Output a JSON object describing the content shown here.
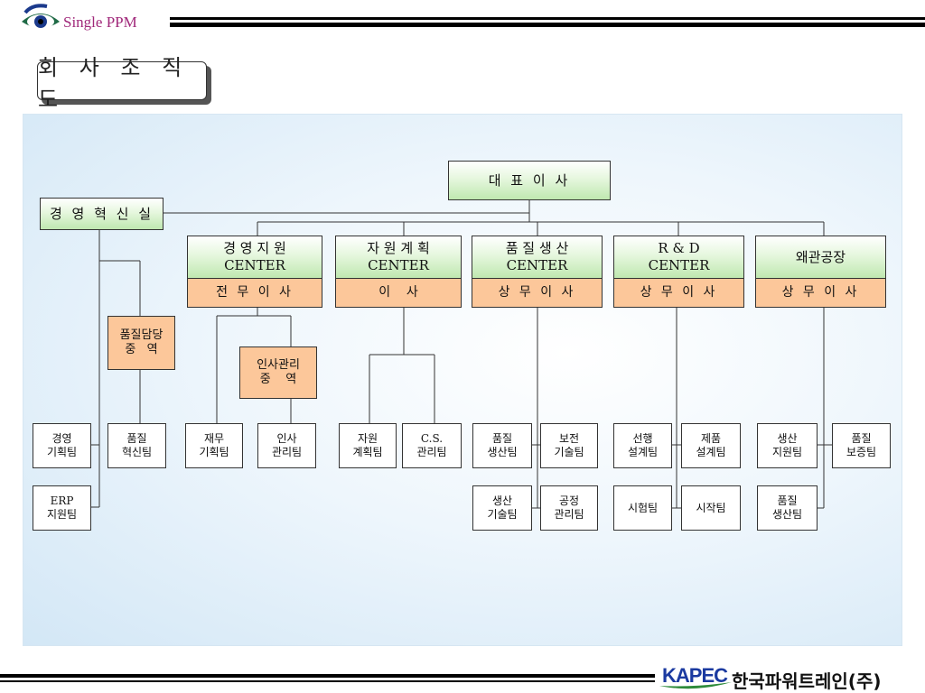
{
  "header": {
    "brand": "Single PPM",
    "page_title": "회 사 조 직 도"
  },
  "footer": {
    "logo_text": "KAPEC",
    "company_name": "한국파워트레인(주)"
  },
  "org": {
    "ceo": "대 표 이 사",
    "innovation_office": "경 영 혁 신 실",
    "centers": [
      {
        "name": "경 영 지 원\nCENTER",
        "head": "전 무 이 사"
      },
      {
        "name": "자 원 계 획\nCENTER",
        "head": "이    사"
      },
      {
        "name": "품 질 생 산\nCENTER",
        "head": "상 무 이 사"
      },
      {
        "name": "R & D\nCENTER",
        "head": "상 무 이 사"
      },
      {
        "name": "왜관공장",
        "head": "상 무 이 사"
      }
    ],
    "executives": {
      "quality": "품질담당\n중   역",
      "hr": "인사관리\n중    역"
    },
    "teams": {
      "mgmt_planning": "경영\n기획팀",
      "quality_innovation": "품질\n혁신팀",
      "erp_support": "ERP\n지원팀",
      "finance_planning": "재무\n기획팀",
      "hr_management": "인사\n관리팀",
      "resource_planning": "자원\n계획팀",
      "cs_management": "C.S.\n관리팀",
      "quality_production": "품질\n생산팀",
      "maintenance_tech": "보전\n기술팀",
      "production_tech": "생산\n기술팀",
      "process_management": "공정\n관리팀",
      "advanced_design": "선행\n설계팀",
      "product_design": "제품\n설계팀",
      "test_team": "시험팀",
      "prototype_team": "시작팀",
      "production_support": "생산\n지원팀",
      "quality_assurance": "품질\n보증팀",
      "quality_production_2": "품질\n생산팀"
    }
  },
  "colors": {
    "center_green": "#bfe8b0",
    "executive_orange": "#fcc79a",
    "panel_blue": "#d3e7f6",
    "brand_purple": "#a0287a",
    "logo_blue": "#1b3aa0",
    "logo_swoosh_green": "#2e8b3a"
  },
  "icons": {
    "brand_logo": "eye-logo-icon"
  }
}
